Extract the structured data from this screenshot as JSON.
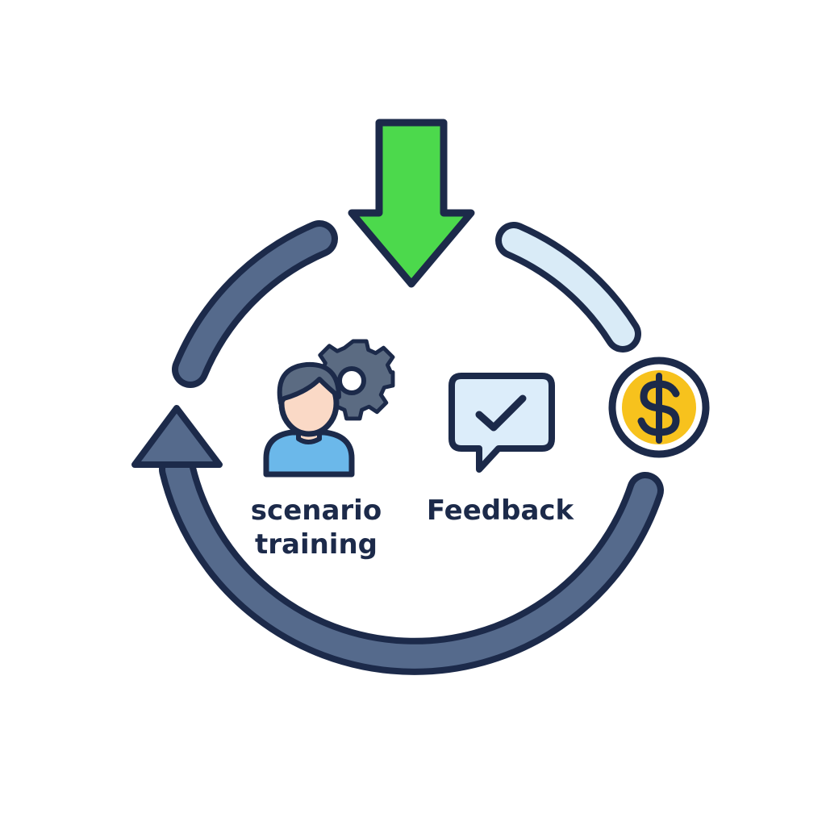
{
  "diagram": {
    "nodes": [
      {
        "id": "scenario-training",
        "lines": [
          "scenario",
          "training"
        ],
        "icon": "person-gear-icon"
      },
      {
        "id": "feedback",
        "lines": [
          "Feedback"
        ],
        "icon": "speech-bubble-check-icon"
      },
      {
        "id": "payment",
        "icon": "dollar-coin-icon"
      }
    ],
    "input_arrow_icon": "green-down-arrow-icon",
    "cycle_icon": "circular-arrow-icon"
  },
  "colors": {
    "outline": "#1c2a4a",
    "cycle_arc": "#556a8c",
    "cycle_arc_light": "#d9ebf7",
    "input_arrow": "#4cd94c",
    "coin": "#f7c21d",
    "gear": "#5b6b82",
    "person_shirt": "#6bb8ea",
    "person_skin": "#fad9c6",
    "bubble_fill": "#dcedfa"
  }
}
